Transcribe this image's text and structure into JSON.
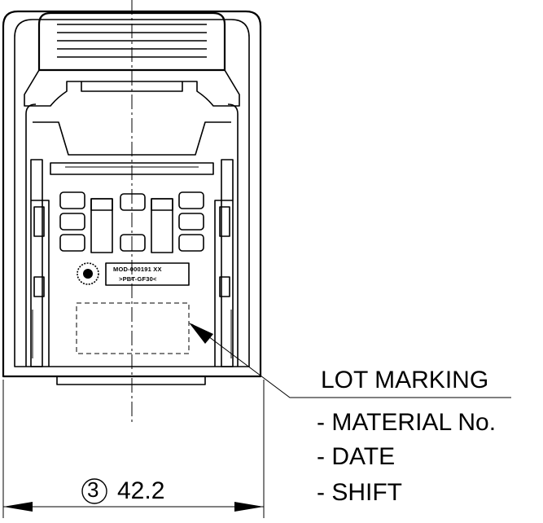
{
  "label": {
    "part_number": "MOD-000191  XX",
    "material_code": ">PBT-GF30<"
  },
  "dimension": {
    "callout": "3",
    "value": "42.2"
  },
  "note": {
    "title": "LOT MARKING",
    "items": [
      "- MATERIAL No.",
      "- DATE",
      "- SHIFT"
    ]
  }
}
